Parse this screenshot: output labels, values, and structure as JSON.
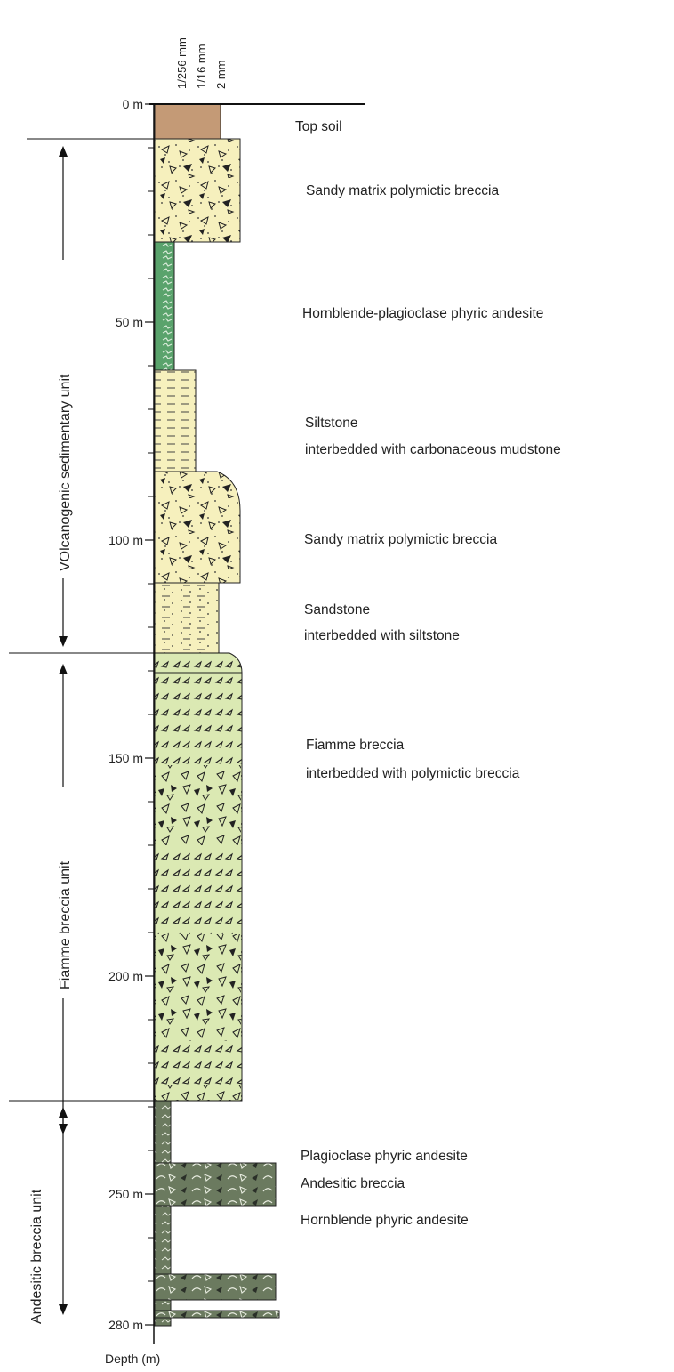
{
  "title": "",
  "depth_axis": {
    "label": "Depth (m)",
    "ticks": [
      {
        "value": 0,
        "text": "0 m"
      },
      {
        "value": 50,
        "text": "50 m"
      },
      {
        "value": 100,
        "text": "100 m"
      },
      {
        "value": 150,
        "text": "150 m"
      },
      {
        "value": 200,
        "text": "200 m"
      },
      {
        "value": 250,
        "text": "250 m"
      },
      {
        "value": 280,
        "text": "280 m"
      }
    ]
  },
  "grain_scale": [
    "1/256 mm",
    "1/16 mm",
    "2 mm"
  ],
  "units": [
    {
      "name": "VOlcanogenic sedimentary unit",
      "top_m": 10,
      "base_m": 138
    },
    {
      "name": "Fiamme breccia unit",
      "top_m": 138,
      "base_m": 243
    },
    {
      "name": "Andesitic breccia unit",
      "top_m": 243,
      "base_m": 290
    }
  ],
  "layers": [
    {
      "lithology": "Top soil",
      "top_m": 0,
      "base_m": 10,
      "color": "#c49a76"
    },
    {
      "lithology": "Sandy matrix polymictic breccia",
      "top_m": 10,
      "base_m": 34,
      "color": "#f6f0bd"
    },
    {
      "lithology": "Hornblende-plagioclase phyric andesite",
      "top_m": 34,
      "base_m": 66,
      "color": "#5aa36c"
    },
    {
      "lithology": "Siltstone interbedded with carbonaceous mudstone",
      "top_m": 66,
      "base_m": 88,
      "color": "#f6f0bd"
    },
    {
      "lithology": "Sandy matrix polymictic breccia",
      "top_m": 88,
      "base_m": 118,
      "color": "#f6f0bd"
    },
    {
      "lithology": "Sandstone interbedded with siltstone",
      "top_m": 118,
      "base_m": 138,
      "color": "#f6f0bd"
    },
    {
      "lithology": "Fiamme breccia interbedded with polymictic breccia",
      "top_m": 138,
      "base_m": 243,
      "color": "#dbe9b3"
    },
    {
      "lithology": "Plagioclase phyric andesite",
      "top_m": 243,
      "base_m": 247,
      "color": "#6b7a5f"
    },
    {
      "lithology": "Andesitic breccia",
      "top_m": 247,
      "base_m": 256,
      "color": "#6b7a5f"
    },
    {
      "lithology": "Hornblende phyric andesite",
      "top_m": 256,
      "base_m": 290,
      "color": "#6b7a5f"
    }
  ],
  "labels": {
    "top_soil": "Top soil",
    "sandy1": "Sandy matrix polymictic breccia",
    "hornblende_plag": "Hornblende-plagioclase phyric andesite",
    "siltstone_1": "Siltstone",
    "siltstone_2": "interbedded with carbonaceous mudstone",
    "sandy2": "Sandy matrix polymictic breccia",
    "sandstone_1": "Sandstone",
    "sandstone_2": "interbedded with siltstone",
    "fiamme_1": "Fiamme breccia",
    "fiamme_2": "interbedded with polymictic breccia",
    "plag_andesite": "Plagioclase phyric  andesite",
    "andesitic_breccia": "Andesitic breccia",
    "hornblende_andesite": "Hornblende phyric andesite"
  }
}
